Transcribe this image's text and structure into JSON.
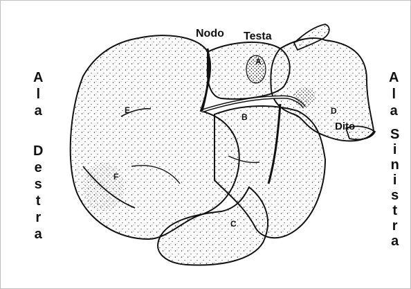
{
  "labels": {
    "nodo": "Nodo",
    "testa": "Testa",
    "dito": "Dito",
    "a": "A",
    "b": "B",
    "c": "C",
    "d": "D",
    "e": "E",
    "f": "F"
  },
  "side_left": {
    "ala": [
      "A",
      "l",
      "a"
    ],
    "destra": [
      "D",
      "e",
      "s",
      "t",
      "r",
      "a"
    ]
  },
  "side_right": {
    "ala": [
      "A",
      "l",
      "a"
    ],
    "sinistra": [
      "S",
      "i",
      "n",
      "i",
      "s",
      "t",
      "r",
      "a"
    ]
  },
  "colors": {
    "ink": "#111111",
    "stipple": "#2a2a2a",
    "paper": "#ffffff",
    "frame": "#bfbfbf"
  }
}
